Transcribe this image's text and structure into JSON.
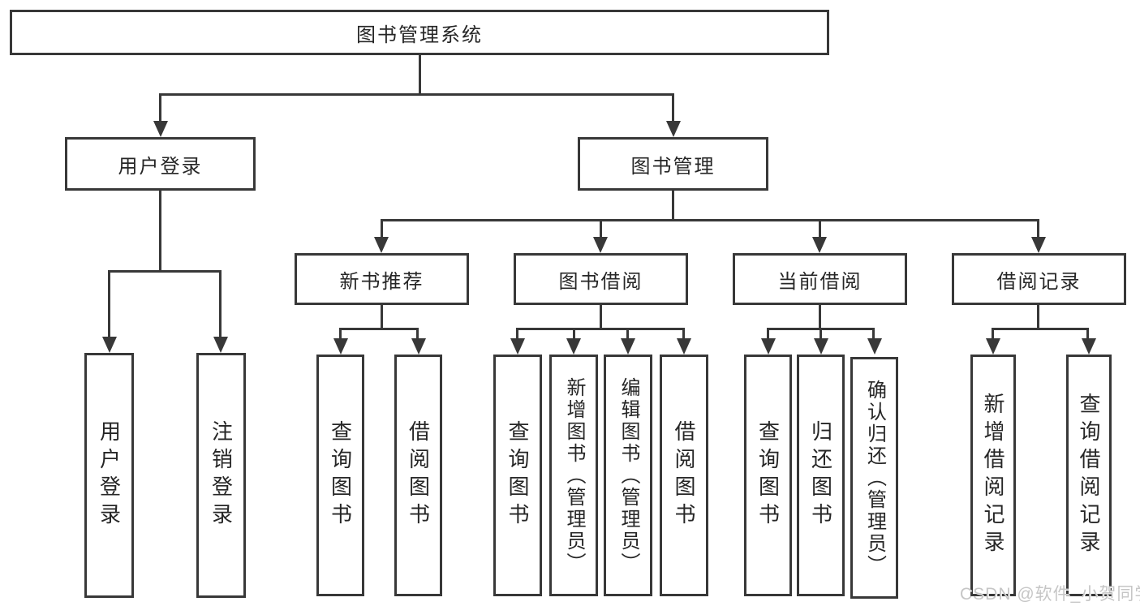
{
  "diagram": {
    "root": {
      "label": "图书管理系统"
    },
    "level2": {
      "user_login": {
        "label": "用户登录"
      },
      "book_mgmt": {
        "label": "图书管理"
      }
    },
    "level3": {
      "new_book_rec": {
        "label": "新书推荐"
      },
      "book_borrow": {
        "label": "图书借阅"
      },
      "current_borrow": {
        "label": "当前借阅"
      },
      "borrow_records": {
        "label": "借阅记录"
      }
    },
    "leaves": {
      "user_login_action": {
        "label": "用户登录"
      },
      "logout": {
        "label": "注销登录"
      },
      "rec_query_books": {
        "label": "查询图书"
      },
      "rec_borrow_books": {
        "label": "借阅图书"
      },
      "bb_query_books": {
        "label": "查询图书"
      },
      "bb_add_books": {
        "label": "新增图书（管理员）"
      },
      "bb_edit_books": {
        "label": "编辑图书（管理员）"
      },
      "bb_borrow_books": {
        "label": "借阅图书"
      },
      "cb_query_books": {
        "label": "查询图书"
      },
      "cb_return_books": {
        "label": "归还图书"
      },
      "cb_confirm_return": {
        "label": "确认归还（管理员）"
      },
      "br_add_record": {
        "label": "新增借阅记录"
      },
      "br_query_record": {
        "label": "查询借阅记录"
      }
    },
    "watermark": "CSDN @软件_小贺同学",
    "colors": {
      "line": "#383838",
      "text": "#262626",
      "watermark": "#c6c6c6",
      "background": "#ffffff"
    }
  }
}
